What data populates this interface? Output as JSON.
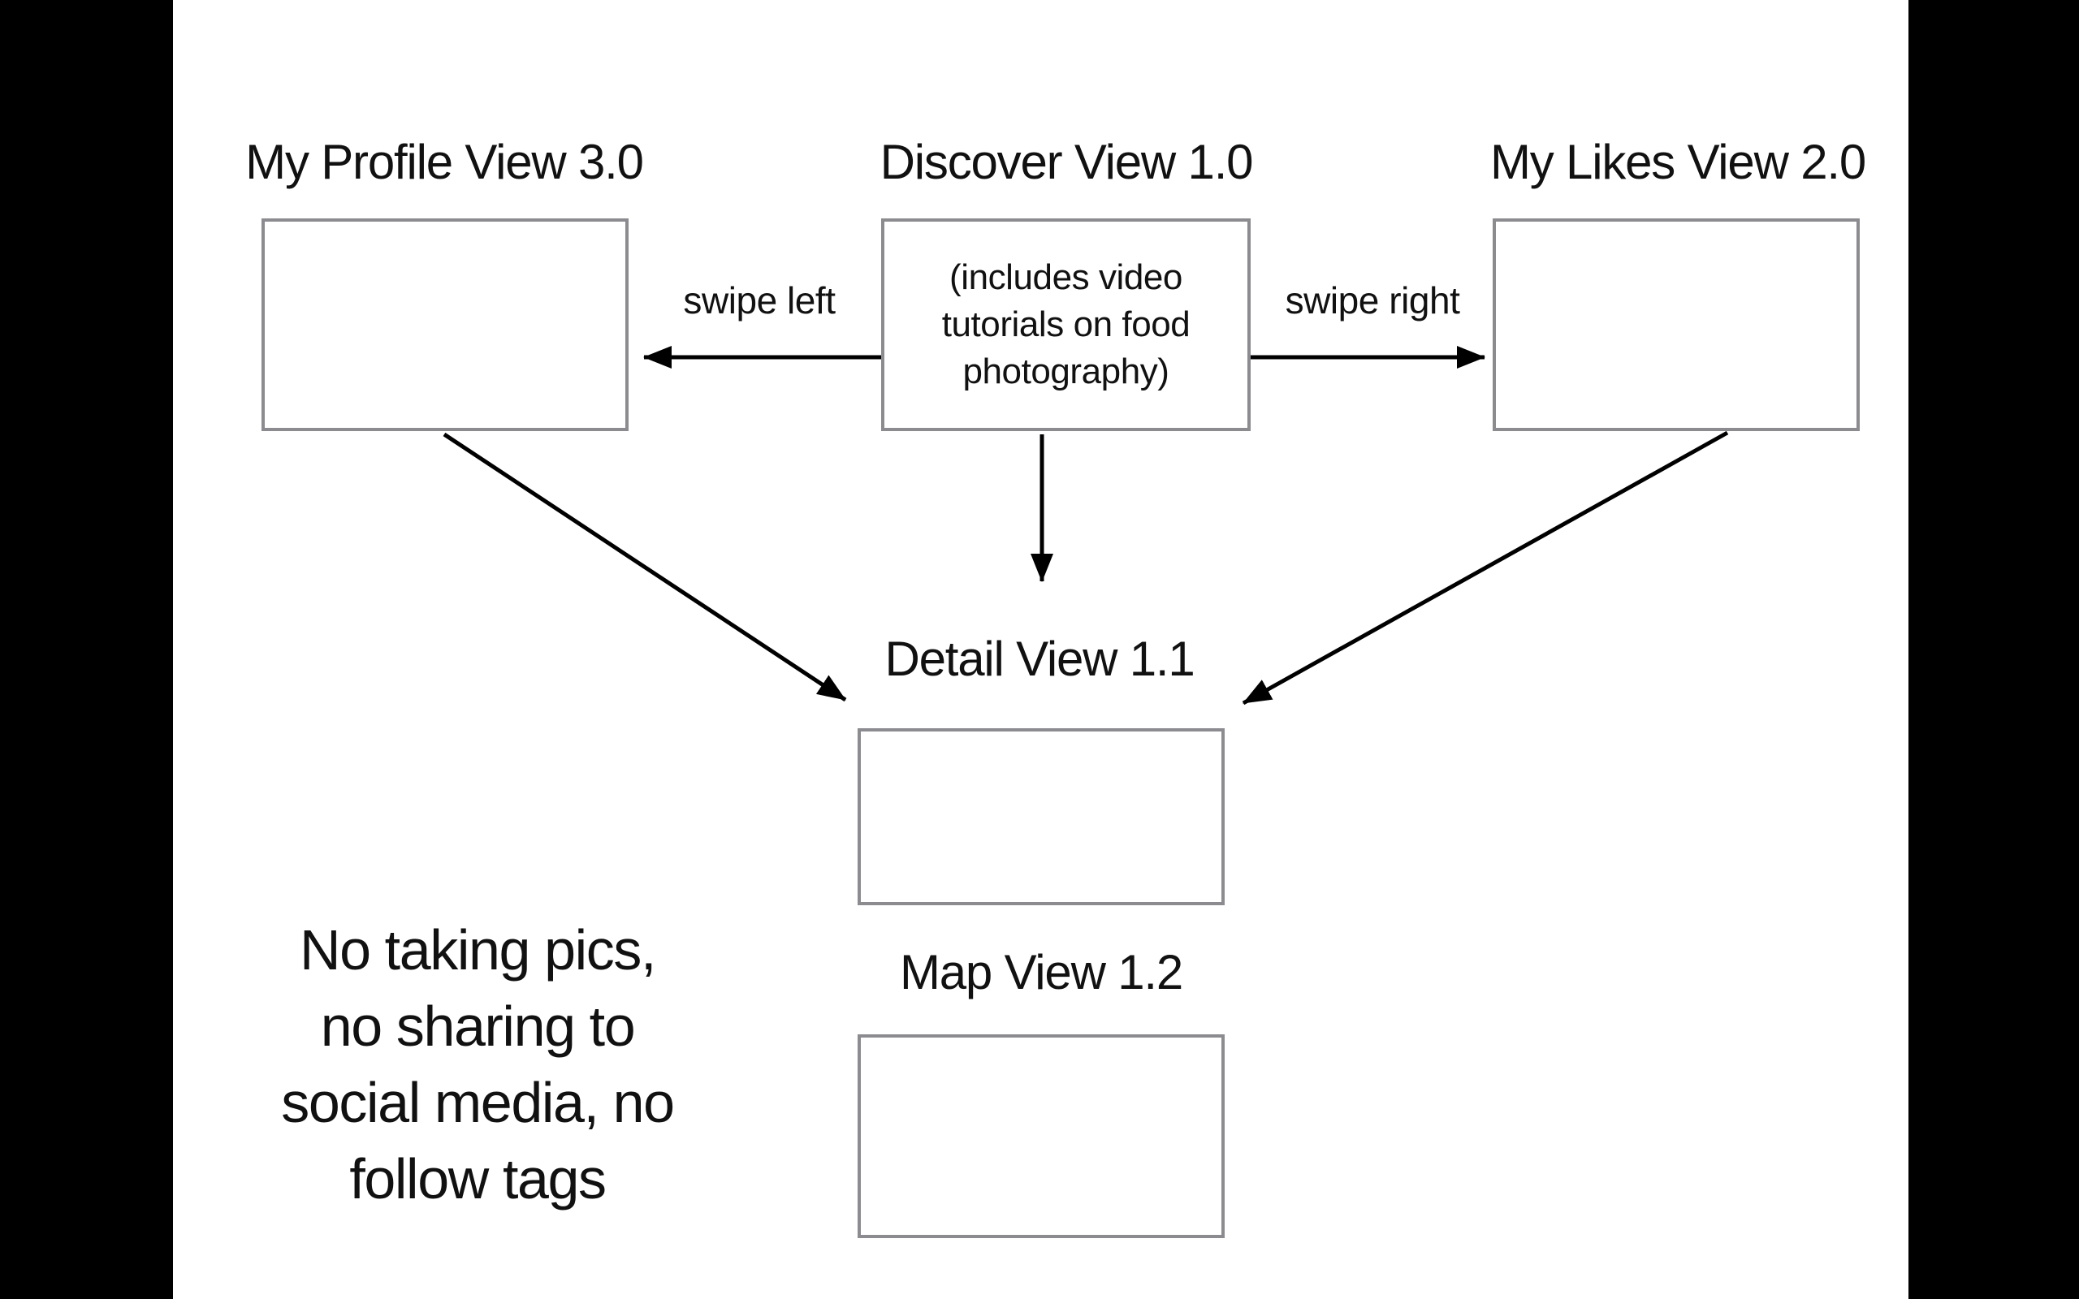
{
  "colors": {
    "letterbox": "#000000",
    "slide_background": "#ffffff",
    "box_border": "#8c8c90",
    "text": "#111111",
    "arrow": "#000000"
  },
  "views": {
    "profile": {
      "title": "My Profile View 3.0"
    },
    "discover": {
      "title": "Discover View 1.0",
      "note_lines": [
        "(includes video",
        "tutorials on food",
        "photography)"
      ]
    },
    "likes": {
      "title": "My Likes View 2.0"
    },
    "detail": {
      "title": "Detail View 1.1"
    },
    "map": {
      "title": "Map View 1.2"
    }
  },
  "arrows": {
    "swipe_left_label": "swipe left",
    "swipe_right_label": "swipe right"
  },
  "annotation": {
    "lines": [
      "No taking pics,",
      "no sharing to",
      "social media, no",
      "follow tags"
    ]
  }
}
